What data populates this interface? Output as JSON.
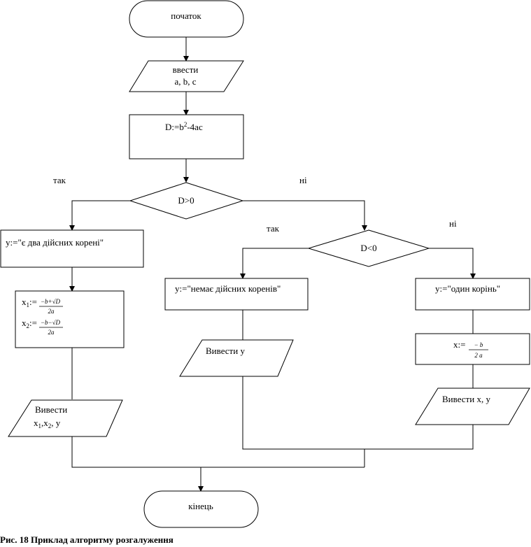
{
  "nodes": {
    "start": "початок",
    "input_line1": "ввести",
    "input_line2": "a, b, c",
    "discriminant_prefix": "D:=b",
    "discriminant_exp": "2",
    "discriminant_suffix": "-4ac",
    "cond1": "D>0",
    "two_roots": "y:=\"є два дійсних корені\"",
    "x1_label": "x",
    "x1_sub": "1",
    "x1_assign": ":=",
    "x1_numerator": "−b+√D",
    "x1_denominator": "2a",
    "x2_label": "x",
    "x2_sub": "2",
    "x2_assign": ":=",
    "x2_numerator": "−b−√D",
    "x2_denominator": "2a",
    "output_left_line1": "Вивести",
    "output_left_x": "x",
    "output_left_sub1": "1",
    "output_left_comma1": ",x",
    "output_left_sub2": "2",
    "output_left_tail": ", y",
    "cond2": "D<0",
    "no_roots": "y:=\"немає дійсних коренів\"",
    "output_mid": "Вивести y",
    "one_root": "y:=\"один корінь\"",
    "x_assign": "x:=",
    "x_numerator": "−  b",
    "x_denominator": "2  a",
    "output_right": "Вивести x, y",
    "end": "кінець"
  },
  "edge_labels": {
    "cond1_yes": "так",
    "cond1_no": "ні",
    "cond2_yes": "так",
    "cond2_no": "ні"
  },
  "caption": "Рис. 18 Приклад алгоритму розгалуження"
}
